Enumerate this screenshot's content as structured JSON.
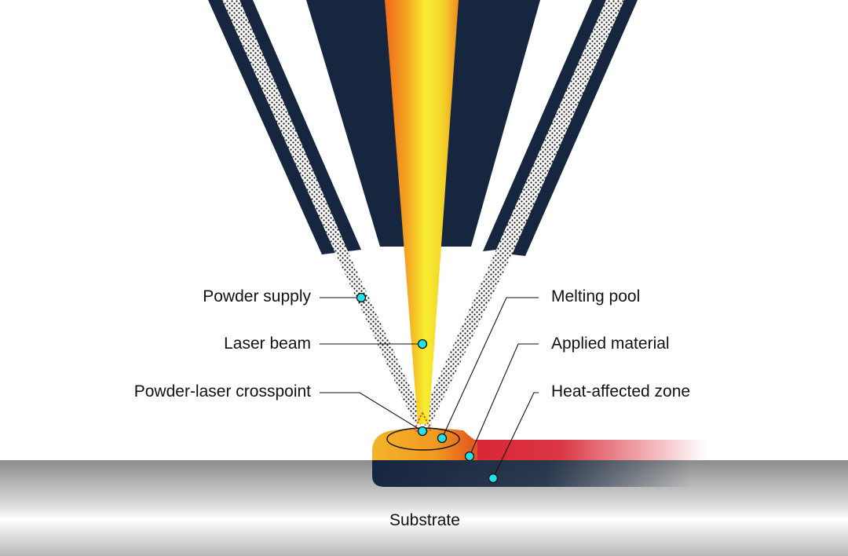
{
  "labels": {
    "powder_supply": "Powder supply",
    "laser_beam": "Laser beam",
    "crosspoint": "Powder-laser crosspoint",
    "melting_pool": "Melting pool",
    "applied_material": "Applied material",
    "heat_affected_zone": "Heat-affected zone",
    "substrate": "Substrate"
  },
  "colors": {
    "nozzle": "#16263f",
    "laser_edge": "#ef6a1a",
    "laser_core": "#f7ee30",
    "marker": "#20e3e8",
    "applied_material": "#d7202f",
    "pool": "#f2a423",
    "substrate_dark": "#8a8a8a",
    "substrate_light": "#ffffff"
  }
}
